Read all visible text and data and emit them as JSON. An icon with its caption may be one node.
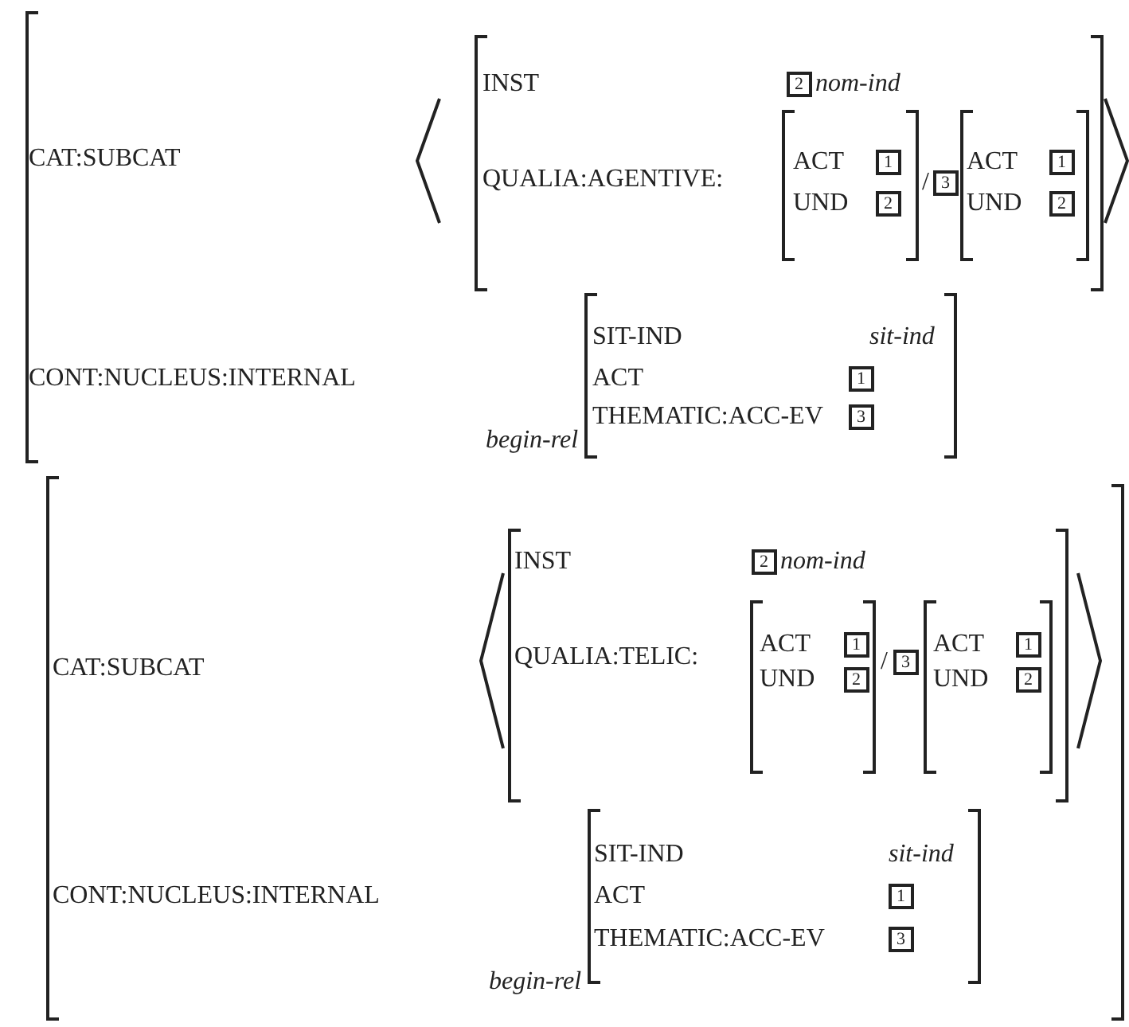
{
  "diagram": {
    "labels": [
      "CAT:SUBCAT",
      "INST",
      "2",
      "nom-ind",
      "QUALIA:AGENTIVE:",
      "ACT",
      "1",
      "UND",
      "2",
      "/",
      "3",
      "ACT",
      "1",
      "UND",
      "2",
      "CONT:NUCLEUS:INTERNAL",
      "SIT-IND",
      "sit-ind",
      "ACT",
      "1",
      "THEMATIC:ACC-EV",
      "3",
      "begin-rel",
      "CAT:SUBCAT",
      "INST",
      "2",
      "nom-ind",
      "QUALIA:TELIC:",
      "ACT",
      "1",
      "UND",
      "2",
      "/",
      "3",
      "ACT",
      "1",
      "UND",
      "2",
      "CONT:NUCLEUS:INTERNAL",
      "SIT-IND",
      "sit-ind",
      "ACT",
      "1",
      "THEMATIC:ACC-EV",
      "3",
      "begin-rel"
    ]
  }
}
